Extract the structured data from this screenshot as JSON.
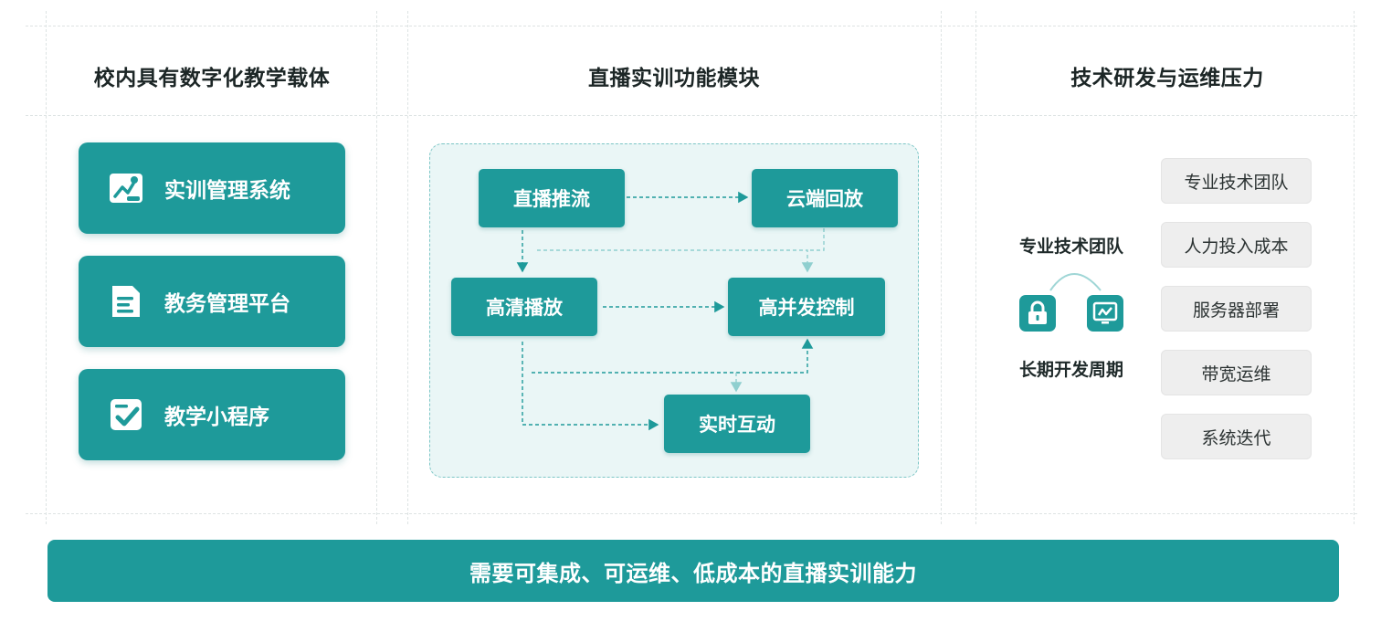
{
  "columns": {
    "left_title": "校内具有数字化教学载体",
    "middle_title": "直播实训功能模块",
    "right_title": "技术研发与运维压力"
  },
  "carriers": [
    {
      "label": "实训管理系统",
      "icon": "training-management-icon"
    },
    {
      "label": "教务管理平台",
      "icon": "document-icon"
    },
    {
      "label": "教学小程序",
      "icon": "checklist-icon"
    }
  ],
  "modules": {
    "live_push": "直播推流",
    "cloud_playback": "云端回放",
    "hd_playback": "高清播放",
    "high_concurrency": "高并发控制",
    "realtime_interaction": "实时互动"
  },
  "pressure": {
    "label_top": "专业技术团队",
    "label_bottom": "长期开发周期",
    "icons": [
      "lock-icon",
      "monitor-pulse-icon"
    ],
    "items": [
      "专业技术团队",
      "人力投入成本",
      "服务器部署",
      "带宽运维",
      "系统迭代"
    ]
  },
  "banner": "需要可集成、可运维、低成本的直播实训能力",
  "colors": {
    "accent": "#1e9a9a",
    "grey_box": "#eeeeee",
    "module_bg": "#eaf6f6"
  }
}
